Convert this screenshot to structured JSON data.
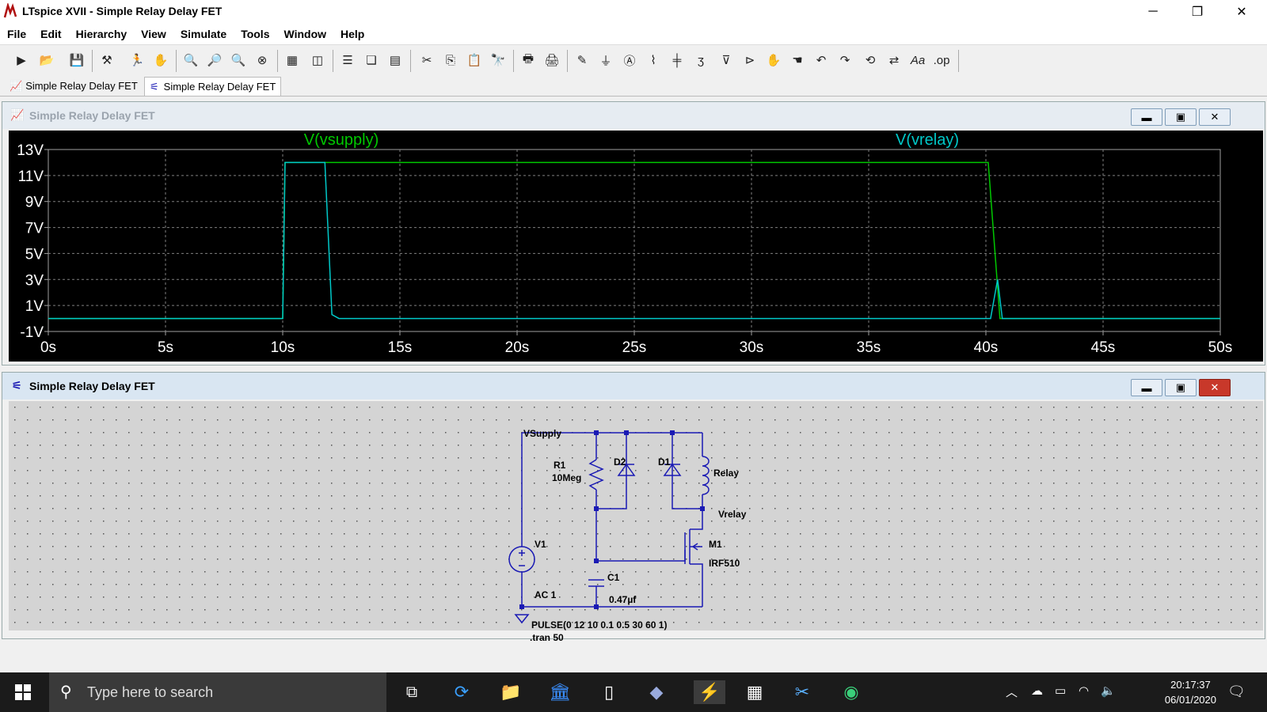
{
  "window": {
    "title": "LTspice XVII - Simple Relay Delay FET",
    "minimize": "─",
    "restore": "❐",
    "close": "✕"
  },
  "menu": [
    "File",
    "Edit",
    "Hierarchy",
    "View",
    "Simulate",
    "Tools",
    "Window",
    "Help"
  ],
  "tabs": [
    {
      "label": "Simple Relay Delay FET",
      "type": "waveform"
    },
    {
      "label": "Simple Relay Delay FET",
      "type": "schematic",
      "active": true
    }
  ],
  "waveform_window": {
    "title": "Simple Relay Delay FET",
    "trace_labels": [
      "V(vsupply)",
      "V(vrelay)"
    ]
  },
  "schematic_window": {
    "title": "Simple Relay Delay FET",
    "labels": {
      "vsupply": "VSupply",
      "r1_name": "R1",
      "r1_value": "10Meg",
      "d2": "D2",
      "d1": "D1",
      "relay": "Relay",
      "vrelay": "Vrelay",
      "m1_name": "M1",
      "m1_value": "IRF510",
      "v1_name": "V1",
      "v1_ac": "AC 1",
      "c1_name": "C1",
      "c1_value": "0.47µf",
      "pulse": "PULSE(0 12 10 0.1 0.5 30 60 1)",
      "tran": ".tran 50"
    }
  },
  "taskbar": {
    "search_placeholder": "Type here to search",
    "time": "20:17:37",
    "date": "06/01/2020"
  },
  "colors": {
    "vsupply": "#00c800",
    "vrelay": "#00c8c8",
    "wire": "#1a1ab4",
    "grid": "#808080"
  },
  "chart_data": {
    "type": "line",
    "title": "",
    "xlabel": "",
    "ylabel": "",
    "xlim": [
      0,
      50
    ],
    "ylim": [
      -1,
      13
    ],
    "x_ticks": [
      "0s",
      "5s",
      "10s",
      "15s",
      "20s",
      "25s",
      "30s",
      "35s",
      "40s",
      "45s",
      "50s"
    ],
    "x_tick_values": [
      0,
      5,
      10,
      15,
      20,
      25,
      30,
      35,
      40,
      45,
      50
    ],
    "y_ticks": [
      "13V",
      "11V",
      "9V",
      "7V",
      "5V",
      "3V",
      "1V",
      "-1V"
    ],
    "y_tick_values": [
      13,
      11,
      9,
      7,
      5,
      3,
      1,
      -1
    ],
    "grid": true,
    "series": [
      {
        "name": "V(vsupply)",
        "color": "#00c800",
        "x": [
          0,
          10,
          10.1,
          40.1,
          40.6,
          50
        ],
        "y": [
          0,
          0,
          12,
          12,
          0,
          0
        ]
      },
      {
        "name": "V(vrelay)",
        "color": "#00c8c8",
        "x": [
          0,
          10,
          10.1,
          11.8,
          12.1,
          12.4,
          40.2,
          40.5,
          40.7,
          50
        ],
        "y": [
          0,
          0,
          12,
          12,
          0.3,
          0,
          0,
          3,
          0,
          0
        ]
      }
    ]
  }
}
